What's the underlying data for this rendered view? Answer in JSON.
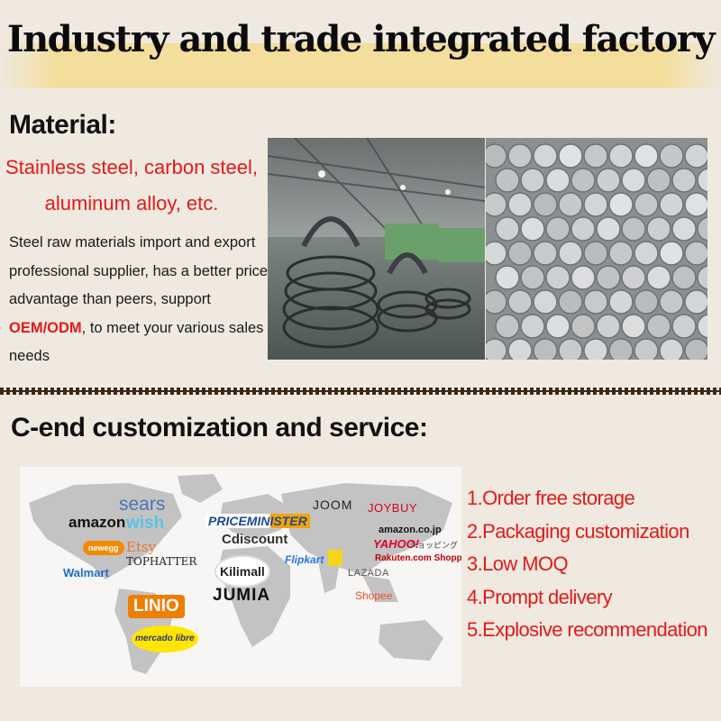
{
  "header": {
    "title": "Industry and trade integrated factory"
  },
  "material": {
    "heading": "Material:",
    "types_line1": "Stainless steel, carbon steel,",
    "types_line2": "aluminum alloy, etc.",
    "desc_before": "Steel raw materials import and export professional supplier, has a better price advantage than peers, support ",
    "desc_highlight": "OEM/ODM",
    "desc_after": ", to meet your various sales needs"
  },
  "service": {
    "heading": "C-end customization and service:",
    "items": [
      "1.Order free storage",
      "2.Packaging customization",
      "3.Low MOQ",
      "4.Prompt delivery",
      "5.Explosive recommendation"
    ]
  },
  "platforms": {
    "sears": "sears",
    "wish": "wish",
    "amazon": "amazon",
    "newegg": "newegg",
    "etsy": "Etsy",
    "tophatter": "TOPHATTER",
    "walmart": "Walmart",
    "priceminister": "PRICEMINISTER",
    "cdiscount": "Cdiscount",
    "joom": "JOOM",
    "joybuy": "JOYBUY",
    "amazonjp": "amazon.co.jp",
    "yahoo": "YAHOO!",
    "yahoo_sub": "ショッピング",
    "rakuten": "Rakuten.com Shopping",
    "kilimall": "Kilimall",
    "flipkart": "Flipkart",
    "lazada": "LAZADA",
    "shopee": "Shopee",
    "jumia": "JUMIA",
    "linio": "LINIO",
    "mercado": "mercado libre"
  },
  "colors": {
    "accent_red": "#e31a1a",
    "title_band": "#f3de9c",
    "background": "#efe9df"
  }
}
